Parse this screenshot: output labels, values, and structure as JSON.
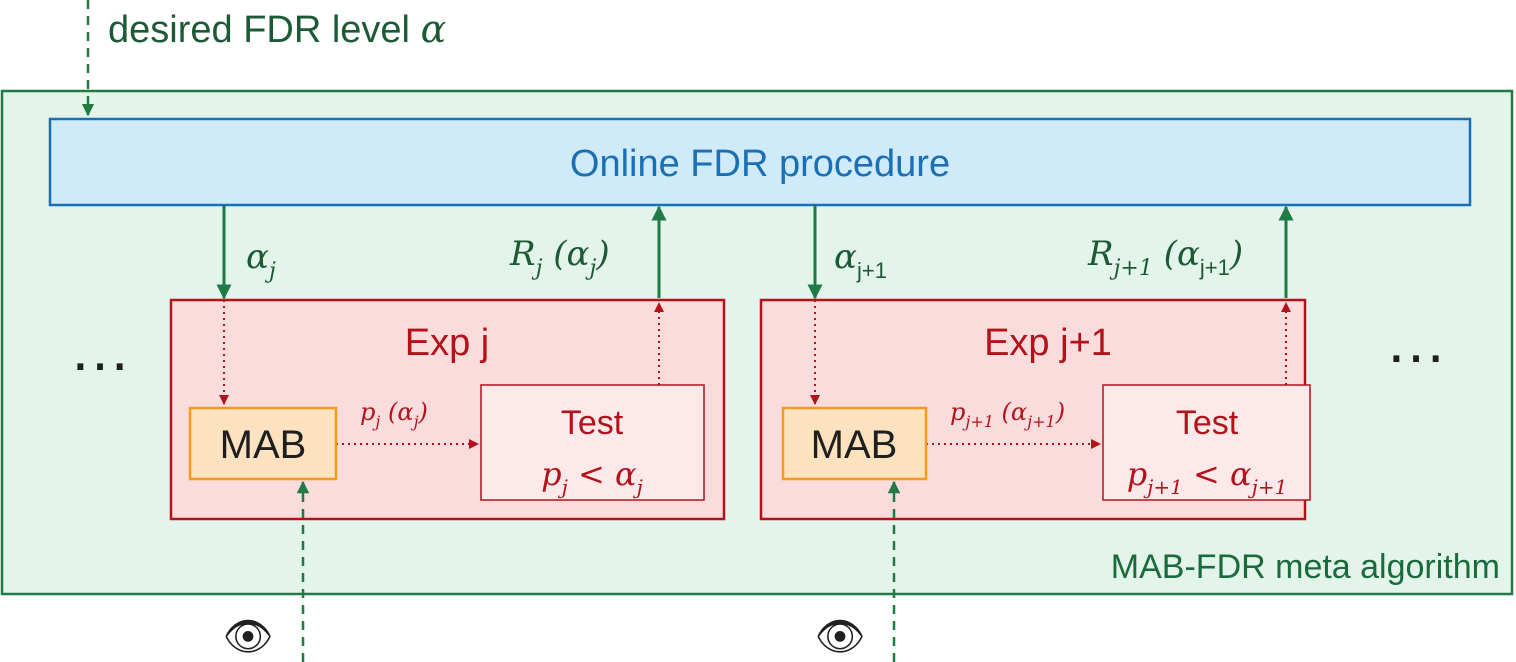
{
  "input": {
    "label": "desired FDR level ",
    "symbol": "α"
  },
  "meta": {
    "label": "MAB-FDR meta algorithm"
  },
  "procedure": {
    "label": "Online FDR procedure"
  },
  "ellipsis": "…",
  "experiments": [
    {
      "title_prefix": "Exp ",
      "title_index": "j",
      "down_label": {
        "base": "α",
        "sub": "j"
      },
      "up_label": {
        "r": "R",
        "r_sub": "j",
        "open": " (",
        "a": "α",
        "a_sub": "j",
        "close": ")"
      },
      "mab": "MAB",
      "p_label": {
        "p": "p",
        "p_sub": "j",
        "open": " (",
        "a": "α",
        "a_sub": "j",
        "close": ")"
      },
      "test_title": "Test",
      "test_expr": {
        "p": "p",
        "p_sub": "j",
        "op": " < ",
        "a": "α",
        "a_sub": "j"
      },
      "eye": "👁"
    },
    {
      "title_prefix": "Exp ",
      "title_index": "j+1",
      "down_label": {
        "base": "α",
        "sub": "j+1"
      },
      "up_label": {
        "r": "R",
        "r_sub": "j+1",
        "open": " (",
        "a": "α",
        "a_sub": "j+1",
        "close": ")"
      },
      "mab": "MAB",
      "p_label": {
        "p": "p",
        "p_sub": "j+1",
        "open": " (",
        "a": "α",
        "a_sub": "j+1",
        "close": ")"
      },
      "test_title": "Test",
      "test_expr": {
        "p": "p",
        "p_sub": "j+1",
        "op": " < ",
        "a": "α",
        "a_sub": "j+1"
      },
      "eye": "👁"
    }
  ],
  "colors": {
    "meta_fill": "#e3f4ea",
    "meta_stroke": "#1f7a45",
    "procedure_fill": "#cfeaf8",
    "procedure_stroke": "#1b6fb4",
    "exp_fill": "#fbdcdc",
    "exp_stroke": "#b3121b",
    "mab_fill": "#fde2c0",
    "mab_stroke": "#f29b1d",
    "test_fill": "#fde9e9",
    "green_arrow": "#1f7a45",
    "red_arrow": "#b3121b"
  }
}
